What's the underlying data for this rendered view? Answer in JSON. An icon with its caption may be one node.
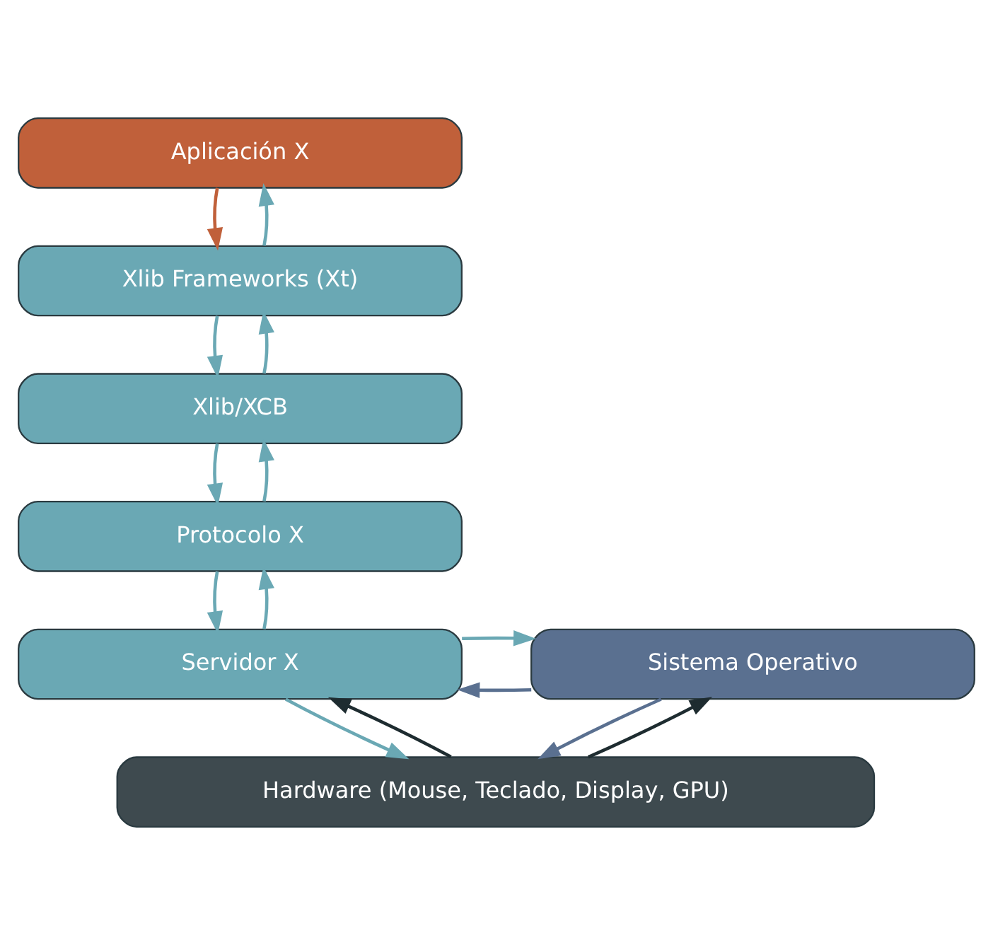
{
  "diagram": {
    "nodes": [
      {
        "text": [
          "Aplicación X"
        ]
      },
      {
        "text": [
          "Xlib Frameworks (Xt)"
        ]
      },
      {
        "text": [
          "Xlib/XCB"
        ]
      },
      {
        "text": [
          "Protocolo X"
        ]
      },
      {
        "text": [
          "Servidor X"
        ]
      },
      {
        "text": [
          "Sistema Operativo"
        ]
      },
      {
        "text": [
          "Hardware (Mouse, Teclado, Display, GPU)"
        ]
      }
    ],
    "edges": [
      {
        "from": 0,
        "to": 1,
        "arrow": "to",
        "color": "#c0603a"
      },
      {
        "from": 1,
        "to": 0,
        "arrow": "to"
      },
      {
        "from": 1,
        "to": 2,
        "arrow": "to"
      },
      {
        "from": 2,
        "to": 1,
        "arrow": "to"
      },
      {
        "from": 2,
        "to": 3,
        "arrow": "to"
      },
      {
        "from": 3,
        "to": 2,
        "arrow": "to"
      },
      {
        "from": 3,
        "to": 4,
        "arrow": "to"
      },
      {
        "from": 4,
        "to": 3,
        "arrow": "to"
      },
      {
        "from": 5,
        "to": 4,
        "arrow": "to",
        "color": "#5a7090"
      },
      {
        "from": 4,
        "to": 5,
        "arrow": "to"
      },
      {
        "from": 4,
        "to": 6,
        "arrow": "to"
      },
      {
        "from": 6,
        "to": 4,
        "arrow": "to",
        "color": "#1e2c30"
      },
      {
        "from": 5,
        "to": 6,
        "arrow": "to",
        "color": "#5a7090"
      },
      {
        "from": 6,
        "to": 5,
        "arrow": "to",
        "color": "#1e2c30"
      }
    ]
  }
}
